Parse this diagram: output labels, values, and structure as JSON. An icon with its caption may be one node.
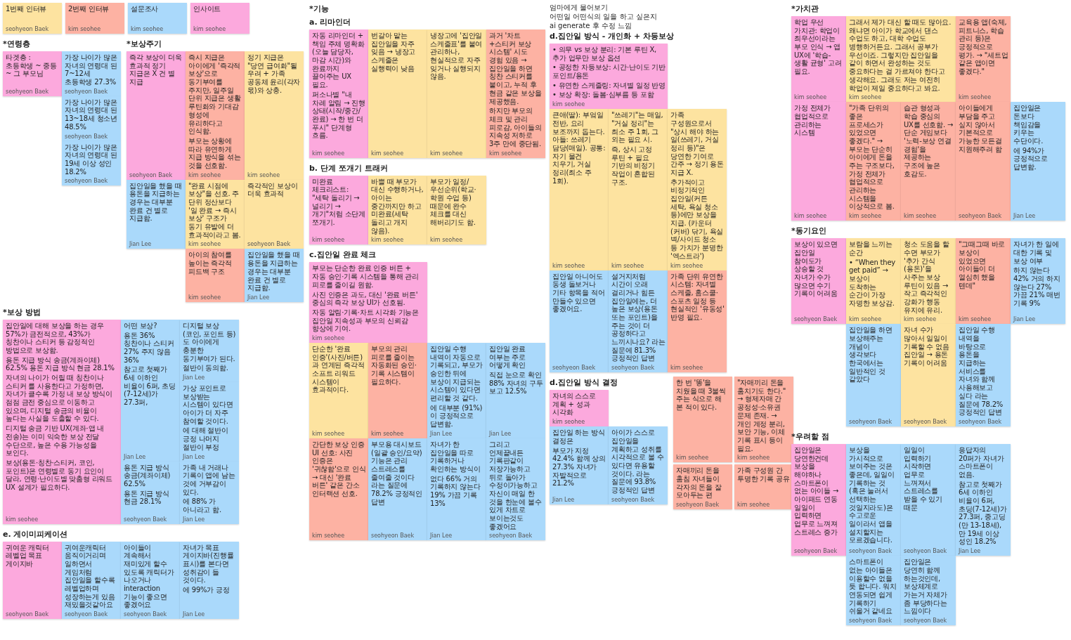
{
  "diagram": {
    "nodes": [
      {
        "text": [
          "1번째 인터뷰",
          "seohyeon Baek"
        ]
      },
      {
        "text": [
          "2번째 인터뷰",
          "kim seohee"
        ]
      },
      {
        "text": [
          "설문조사",
          "kim seohee"
        ]
      },
      {
        "text": [
          "인사이트",
          "kim seohee"
        ]
      },
      {
        "text": [
          "타겟층 : 초등학생 ~ 중등 ~ 그 부모님",
          "seohyeon Baek"
        ]
      },
      {
        "text": [
          "가장 나이가 많은 자녀의 연령대 된 7~12세 초등학생 27.3%",
          "seohyeon Baek"
        ]
      },
      {
        "text": [
          "가장 나이가 많은 자녀의 연령대 된 13~18세 청소년 48.5%",
          "seohyeon Baek"
        ]
      },
      {
        "text": [
          "가장 나이가 많은 자녀의 연령대 된 19세 이상 성인 18.2%",
          "seohyeon Baek"
        ]
      },
      {
        "text": [
          "즉각 보상이 더욱 효과적 정기 지급은 X 건 별 지급",
          "seohyeon Baek"
        ]
      },
      {
        "text": [
          "즉시 지급은 아이에게 '즉각적 보상'으로 동기부여를 주지만, 일주일 단위 지급은 생활 루틴화와 기대감 형성에 유리하다고 인식함.",
          "부모는 상황에 따라 유연하게 지급 방식을 섞는 것을 선호함.",
          "kim seohee"
        ]
      },
      {
        "text": [
          "정기 지급은 \"당연 급여화\"될 우려 + 가족 공동체 윤리(각자 몫)와 상충.",
          "kim seohee"
        ]
      },
      {
        "text": [
          "집안일을 했을 때 용돈을 지급하는 경우는 대부분 완료 건 별로 지급함.",
          "Jian Lee"
        ]
      },
      {
        "text": [
          "\"완료 시점에 보상\"을 선호. 주 단위 정산보다 '일 완료 → 즉시 보상' 구조가 동기 유발에 더 효과적이라고 봄.",
          "kim seohee"
        ]
      },
      {
        "text": [
          "즉각적인 보상이 더욱 효과적",
          "seohyeon Baek"
        ]
      },
      {
        "text": [
          "아이의 참여를 높이는 즉각적 피드백 구조",
          "kim seohee"
        ]
      },
      {
        "text": [
          "집안일을 했을 때 용돈을 지급하는 경우는 대부분 완료 건 별로 지급함.",
          "Jian Lee"
        ]
      },
      {
        "text": [
          "집안일에 대해 보상을 하는 경우 57%가 금전적으로, 43%가 칭찬이나 스티커 등 감정적인 방법으로 보상함.",
          "용돈 지급 방식 송금(계좌이체) 62.5% 용돈 지급 방식 현금 28.1%",
          "자녀의 나이가 어릴 때 칭찬이나 스티커 를 사용한다고 가정하면, 자녀가 클수록 가정 내 보상 방식이 점점 금전 중심으로 이동하고 있으며, 디지털 송금의 비율이 높다는 사실을 도출할 수 있다.",
          "디지털 송금 기반 UX(계좌·앱 내 전송)는 이미 익숙한 보상 전달 수단으로, 높은 수용 가능성을 보인다.",
          "보상(용돈·칭찬·스티커, 코인, 포인트)은 연령별로 동기 요인이 달라, 연령·난이도별 맞춤형 리워드 UX 설계가 필요하다.",
          "kim seohee"
        ]
      },
      {
        "text": [
          "어떤 보상?",
          "용돈 36% 칭찬이나 스티커 27% 주지 않음 36%",
          "참고로 첫째가 6세 이하인 비율이 6퍼, 초딩(7-12세)가 27.3퍼,",
          "Jian Lee"
        ]
      },
      {
        "text": [
          "디지털 보상(코인, 포인트 등)도 아이에게 충분한 동기부여가 된다.",
          "절반이 동의함.",
          "Jian Lee"
        ]
      },
      {
        "text": [
          "가상 포인트로 보상받는 시스템이 있다면 아이가 더 자주 참여할 것이다.",
          "에 대해 절반이 긍정 나머지 절반이 부정",
          "Jian Lee"
        ]
      },
      {
        "text": [
          "용돈 지급 방식 송금(계좌이체) 62.5%",
          "용돈 지급 방식 현금 28.1%",
          "seohyeon Baek"
        ]
      },
      {
        "text": [
          "가족 내 거래나 기록이 앱에 남는 것에 거부감이 있다.",
          "에 88% 가 아니라고 함.",
          "Jian Lee"
        ]
      },
      {
        "text": [
          "자동 리마인더 + 책임 주체 명확화(오늘 담당자, 마감 시간)와 완료까지 끌어주는 UX 필요.",
          "퍼소나별 \"내 차례 알림 → 진행 상태(시작/중간/완료) → 한 번 더 푸시\" 단계형 흐름.",
          "kim seohee"
        ]
      },
      {
        "text": [
          "번갈아 맡는 집안일을 자주 잊음 → 냉장고 스케줄은 실행력이 낮음",
          "kim seohee"
        ]
      },
      {
        "text": [
          "냉장고에 '집안일 스케줄표'를 붙여 관리하나, 현실적으로 자주 잊거나 실행되지 않음.",
          "kim seohee"
        ]
      },
      {
        "text": [
          "과거 '차트+스티커 보상 시스템' 시도 경험 있음 → 집안일을 하면 칭찬 스티커를 붙이고, 누적 후 현금 같은 보상을 제공했음.",
          "하지만 부모의 체크 및 관리 피로감, 아이들의 지속성 저하로 3주 만에 중단됨.",
          "kim seohee"
        ]
      },
      {
        "text": [
          "미완료 체크리스트: \"세탁 돌리기 → 널리기 → 개기\"처럼 소단계 쪼개기.",
          "kim seohee"
        ]
      },
      {
        "text": [
          "바쁠 때 부모가 대신 수행하거나, 아이는 중간까지만 하고 미완료(세탁 돌리고 개지 않음).",
          "kim seohee"
        ]
      },
      {
        "text": [
          "부모가 일정/우선순위(학교·학원 수업 등) 때문에 완수 체크를 대신 해버리기도 함.",
          "kim seohee"
        ]
      },
      {
        "text": [
          "부모는 단순한 완료 인증 버튼 + 자동 승인·기록 시스템을 통해 관리 피로를 줄이길 원함.",
          "사진 인증은 과도, 대신 '완료 버튼' 중심의 즉각 보상 UI가 선호됨.",
          "자동 알림·기록·차트 시각화 기능은 집안일 지속성과 부모의 신뢰감 향상에 기여.",
          "kim seohee"
        ]
      },
      {
        "text": [
          "단순한 '완료 인증'(사진/버튼)과 연계된 즉각적 소프트 리워드 시스템이 효과적이다.",
          "kim seohee"
        ]
      },
      {
        "text": [
          "부모의 관리 피로를 줄이는 자동화된 승인·기록 시스템이 필요하다.",
          "kim seohee"
        ]
      },
      {
        "text": [
          "집안일 수행 내역이 자동으로 기록되고, 부모가 승인한 뒤에 보상이 지급되는 시스템이 있다면 편리할 것 같다.",
          "에 대부분 (91%)이 긍정적으로 답변함.",
          "Jian Lee"
        ]
      },
      {
        "text": [
          "집안일 완료 여부는 주로 어떻게 확인",
          "직접 눈으로 확인 88% 자녀의 구두 보고 12.5%",
          "Jian Lee"
        ]
      },
      {
        "text": [
          "간단한 보상 인증 UI 선호: 사진 인증은 '귀찮함'으로 인식 → 대신 '완료 버튼' 같은 간소 인터랙션 선호.",
          "kim seohee"
        ]
      },
      {
        "text": [
          "부모용 대시보드(일괄 승인/요약) 기능은 관리 스트레스를 줄여줄 것이다 라는 질문에 78.2% 긍정적인 답변",
          "seohyeon Baek"
        ]
      },
      {
        "text": [
          "자녀가 한 집안일을 따로 기록하거나 확인하는 방식이",
          "없다 66% 거의 기록하지 않는다 19% 가끔 기록 13%",
          "Jian Lee"
        ]
      },
      {
        "text": [
          "그리고 언제끝내든 기록판같이 저장가능하고 뒤로 돌아가 수정이가능하고 자신이 매일 한 것을 한눈에 볼수 있게 차트로 보이는것도 좋겠어요",
          "seohyeon Baek"
        ]
      },
      {
        "text": [
          "• 의무 vs 보상 분리: 기본 루틴 X, 추가 업무만 보상 옵션",
          "• 공정한 차등보상: 시간·난이도 기반 포인트/용돈",
          "• 유연한 스케줄링: 자녀별 일정 반영",
          "• 보상 확장: 돌봄·심부름 등 포함",
          "kim seohee"
        ]
      },
      {
        "text": [
          "큰애(딸): 부엌일 전반, 요리 보조까지 돕는다. 아들: 쓰레기 담당(매일). 공통: 자기 물건 치우기, 거실 정리(최소 주 1회).",
          "kim seohee"
        ]
      },
      {
        "text": [
          "\"쓰레기\"는 매일, \"거실 정리\"는 최소 주 1회, 그 외는 필요 시.",
          "즉, 상시 고정 루틴 + 필요 기반의 비정기 작업이 혼합된 구조.",
          "kim seohee"
        ]
      },
      {
        "text": [
          "가족 구성원으로서 \"상시 해야 하는 일(쓰레기, 거실 정리 등)\"은 당연한 기여로 간주 → 정기 용돈 지급 X.",
          "추가적이고 비정기적인 집안일(커튼 세탁, 욕실 청소 등)에만 보상을 지급. (카운터(커버) 닦기, 욕실 벽/사이드 청소 등 가치가 분명한 '엑스트라')",
          "kim seohee"
        ]
      },
      {
        "text": [
          "집안일 아니어도 동생 돌보거나 기타 항목을 적어 만들수 있으면 좋겠어요.",
          "seohyeon Baek"
        ]
      },
      {
        "text": [
          "설거지처럼 시간이 오래 걸리거나 힘든 집안일에는, 더 높은 보상(용돈 또는 포인트)을 주는 것이 더 공정하다고 느끼시나요? 라는 질문에 81.3% 긍정적인 답변",
          "seohyeon Baek"
        ]
      },
      {
        "text": [
          "가족 단위 유연한 시스템: 자녀별 스케줄, 홈스쿨·스포츠 일정 등 현실적인 '유동성' 반영 필요.",
          "kim seohee"
        ]
      },
      {
        "text": [
          "자녀의 스스로 계획 + 성과 시각화",
          "kim seohee"
        ]
      },
      {
        "text": [
          "집안일 하는 방식 결정은",
          "부모가 지정 42.4% 함께 상의 27.3% 자녀가 자발적으로 21.2%",
          "Jian Lee"
        ]
      },
      {
        "text": [
          "아이가 스스로 집안일을 계획하고 성취를 시각적으로 볼 수 있다면 유용할 것이다. 라는 질문에 93.8% 긍정적인 답변",
          "seohyeon Baek"
        ]
      },
      {
        "text": [
          "귀여운 캐릭터 레벨업 목표 게이지바",
          "seohyeon Baek"
        ]
      },
      {
        "text": [
          "귀여운캐릭터 움직이거리며 일하면서 게임처럼 집안일을 할수록 레벨업하며 성장하는게 있음 재밌을것같아요",
          "seohyeon Baek"
        ]
      },
      {
        "text": [
          "아이들이 계속해서 재미있게 할수 있도록 캐릭터가 나오거나 interaction 기능이 좋으면 좋겠어요",
          "seohyeon Baek"
        ]
      },
      {
        "text": [
          "자녀가 목표 게이지바(진행률 표시)를 본다면 성취감이 들 것이다.",
          "에 99%가 긍정",
          "Jian Lee"
        ]
      },
      {
        "text": [
          "학업 우선 가치관: 학업이 최우선이라는 부모 인식 → 앱 UX에 '학습-생활 균형' 고려 필요.",
          "kim seohee"
        ]
      },
      {
        "text": [
          "그래서 제가 대신 할 때도 많아요. 왜냐면 아이가 학교에서 댄스 수업도 하고, 대학 수업도 병행하거든요. 그래서 공부가 우선이죠. 그렇지만 집안일을 같이 하면서 완성하는 것도 중요하다는 걸 가르쳐야 한다고 생각해요. 그래도 저는 여전히 학업이 제일 중요하다고 봐요.",
          "kim seohee"
        ]
      },
      {
        "text": [
          "교육용 앱(숙제, 피트니스, 학습 관리 등)은 긍정적으로 평가. → \"세트업 같은 앱이면 좋겠다.\"",
          "kim seohee"
        ]
      },
      {
        "text": [
          "가정 전체가 협업적으로 관리하는 시스템",
          "kim seohee"
        ]
      },
      {
        "text": [
          "\"가족 단위의 좋은 프로세스가 있었으면 좋겠다.\" → 부모는 단순히 아이에게 돈을 주는 구조보다, 가정 전체가 협업적으로 관리하는 시스템을 이상적으로 봄.",
          "kim seohee"
        ]
      },
      {
        "text": [
          "습관 형성과 학습 중심의 UX를 선호함. → 단순 게임보다 '노력-보상 연결 경험'을 제공하는 구조에 높은 호감도.",
          "kim seohee"
        ]
      },
      {
        "text": [
          "아이들에게 부담을 주고 싶지 않아서 기본적으로 가능한 모든걸 지원해주려 함",
          "seohyeon Baek"
        ]
      },
      {
        "text": [
          "집안일은 돈보다 책임감을 키우는 수단이다.",
          "에 94%가 긍정적으로 답변함.",
          "Jian Lee"
        ]
      },
      {
        "text": [
          "보상이 있으면 집안일 참여도가 상승할 것 자녀가 수가 많으면 수기 기록이 어려움",
          "seohyeon Baek"
        ]
      },
      {
        "text": [
          "보람을 느끼는 순간",
          "• “When they get paid” → 보상이 도착하는 순간이 가장 자명한 보상감.",
          "kim seohee"
        ]
      },
      {
        "text": [
          "청소 도움을 할 수면 부모가 '추가 간식(용돈)'을 사주는 보상 루틴이 있음 → 작고 즉각적인 강화가 행동 유지에 유리.",
          "kim seohee"
        ]
      },
      {
        "text": [
          "\"그때그때 바로 보상이 있었으면 아이들이 더 열심히 했을 텐데\"",
          "kim seohee"
        ]
      },
      {
        "text": [
          "자녀가 한 일에 대한 기록 및 보상 여부",
          "하지 않는다 42% 거의 하지 않는다 27% 가끔 21% 매번 기록 9%",
          "Jian Lee"
        ]
      },
      {
        "text": [
          "집안일을 하면 보상해주는 개념이 생각보다 한국에서는 일반적인 것 같았다",
          "seohyeon Baek"
        ]
      },
      {
        "text": [
          "자녀 수가 많아서 일일이 기록할 수 없음 집안일 → 용돈 기록이 어려움",
          "seohyeon Baek"
        ]
      },
      {
        "text": [
          "집안일 수행 내역을 바탕으로 용돈을 지급하는 서비스를 자녀와 함께 사용해보고 싶다 라는 질문에 78.2% 긍정적인 답변",
          "seohyeon Baek"
        ]
      },
      {
        "text": [
          "집안일은 당연한건데 보상을 해야하나 스마트폰이 없는 아이들 → 아이패드 연동 일일이 입력하면 업무로 느껴져 스트레스 증가",
          "seohyeon Baek"
        ]
      },
      {
        "text": [
          "보상을 가시적으로 보여주는 것은 좋은데, 일일이 기록하는 것(혹은 눌러서 선택하는 것일지라도)은 수고로운 일이라서 앱을 설치할지는 모르겠습니다.",
          "seohyeon Baek"
        ]
      },
      {
        "text": [
          "일일이 입력하기 시작하면 업무로 느껴져서 스트레스를 받을 수 있기 때문",
          "seohyeon Baek"
        ]
      },
      {
        "text": [
          "응답자의 20퍼가 자녀가 스마트폰이 없음.",
          "참고로 첫째가 6세 이하인 비율이 6퍼, 초딩(7-12세)가 27.3퍼, 중고딩 (만 13-18세), 만 19세 이상 성인 18.2%",
          "Jian Lee"
        ]
      },
      {
        "text": [
          "스마트폰이 없는 아이들은 이용할수 없을 듯 합니다. 워치 연동되면 쉽게 기록하기 쉬울거 같네요",
          "seohyeon Baek"
        ]
      },
      {
        "text": [
          "집안일은 당연히 함께 하는것인데, 보상체계로 가는거 자체가 좀 부당하다는 느낌이다",
          "seohyeon Baek"
        ]
      },
      {
        "text": [
          "한 번 '똥'을 치웠을 때 3불씩 주는 식으로 해 본 적이 있다.",
          "kim seohee"
        ]
      },
      {
        "text": [
          "\"자매끼리 돈을 훔치기도 한다.\" → 형제자매 간 공정성·소유권 문제 존재. → 개인 계정 분리, 보안 기능, 이체 기록 표시 등이 필요.",
          "kim seohee"
        ]
      },
      {
        "text": [
          "자매끼리 돈을 훔침 자녀들이 각자의 돈을 잘 모아두는 편",
          "seohyeon Baek"
        ]
      },
      {
        "text": [
          "가족 구성원 간 투명한 기록 공유",
          "kim seohee"
        ]
      }
    ],
    "labels": [
      "*연령층",
      "*보상주기",
      "*보상 방법",
      "*기능",
      "a. 리마인더",
      "b. 단계 쪼개기 트래커",
      "c.집안일 완료 체크",
      "d.집안일 방식 - 개인화 + 차등보상",
      "d.집안일 방식 결정",
      "e. 게이미피케이션",
      "엄마에게 물어보기",
      "어떤일 어떤식의 일을 하고 싶은지",
      "ai generate 후 수정 느낌",
      "*가치관",
      "*동기요인",
      "*우려할 점"
    ]
  }
}
